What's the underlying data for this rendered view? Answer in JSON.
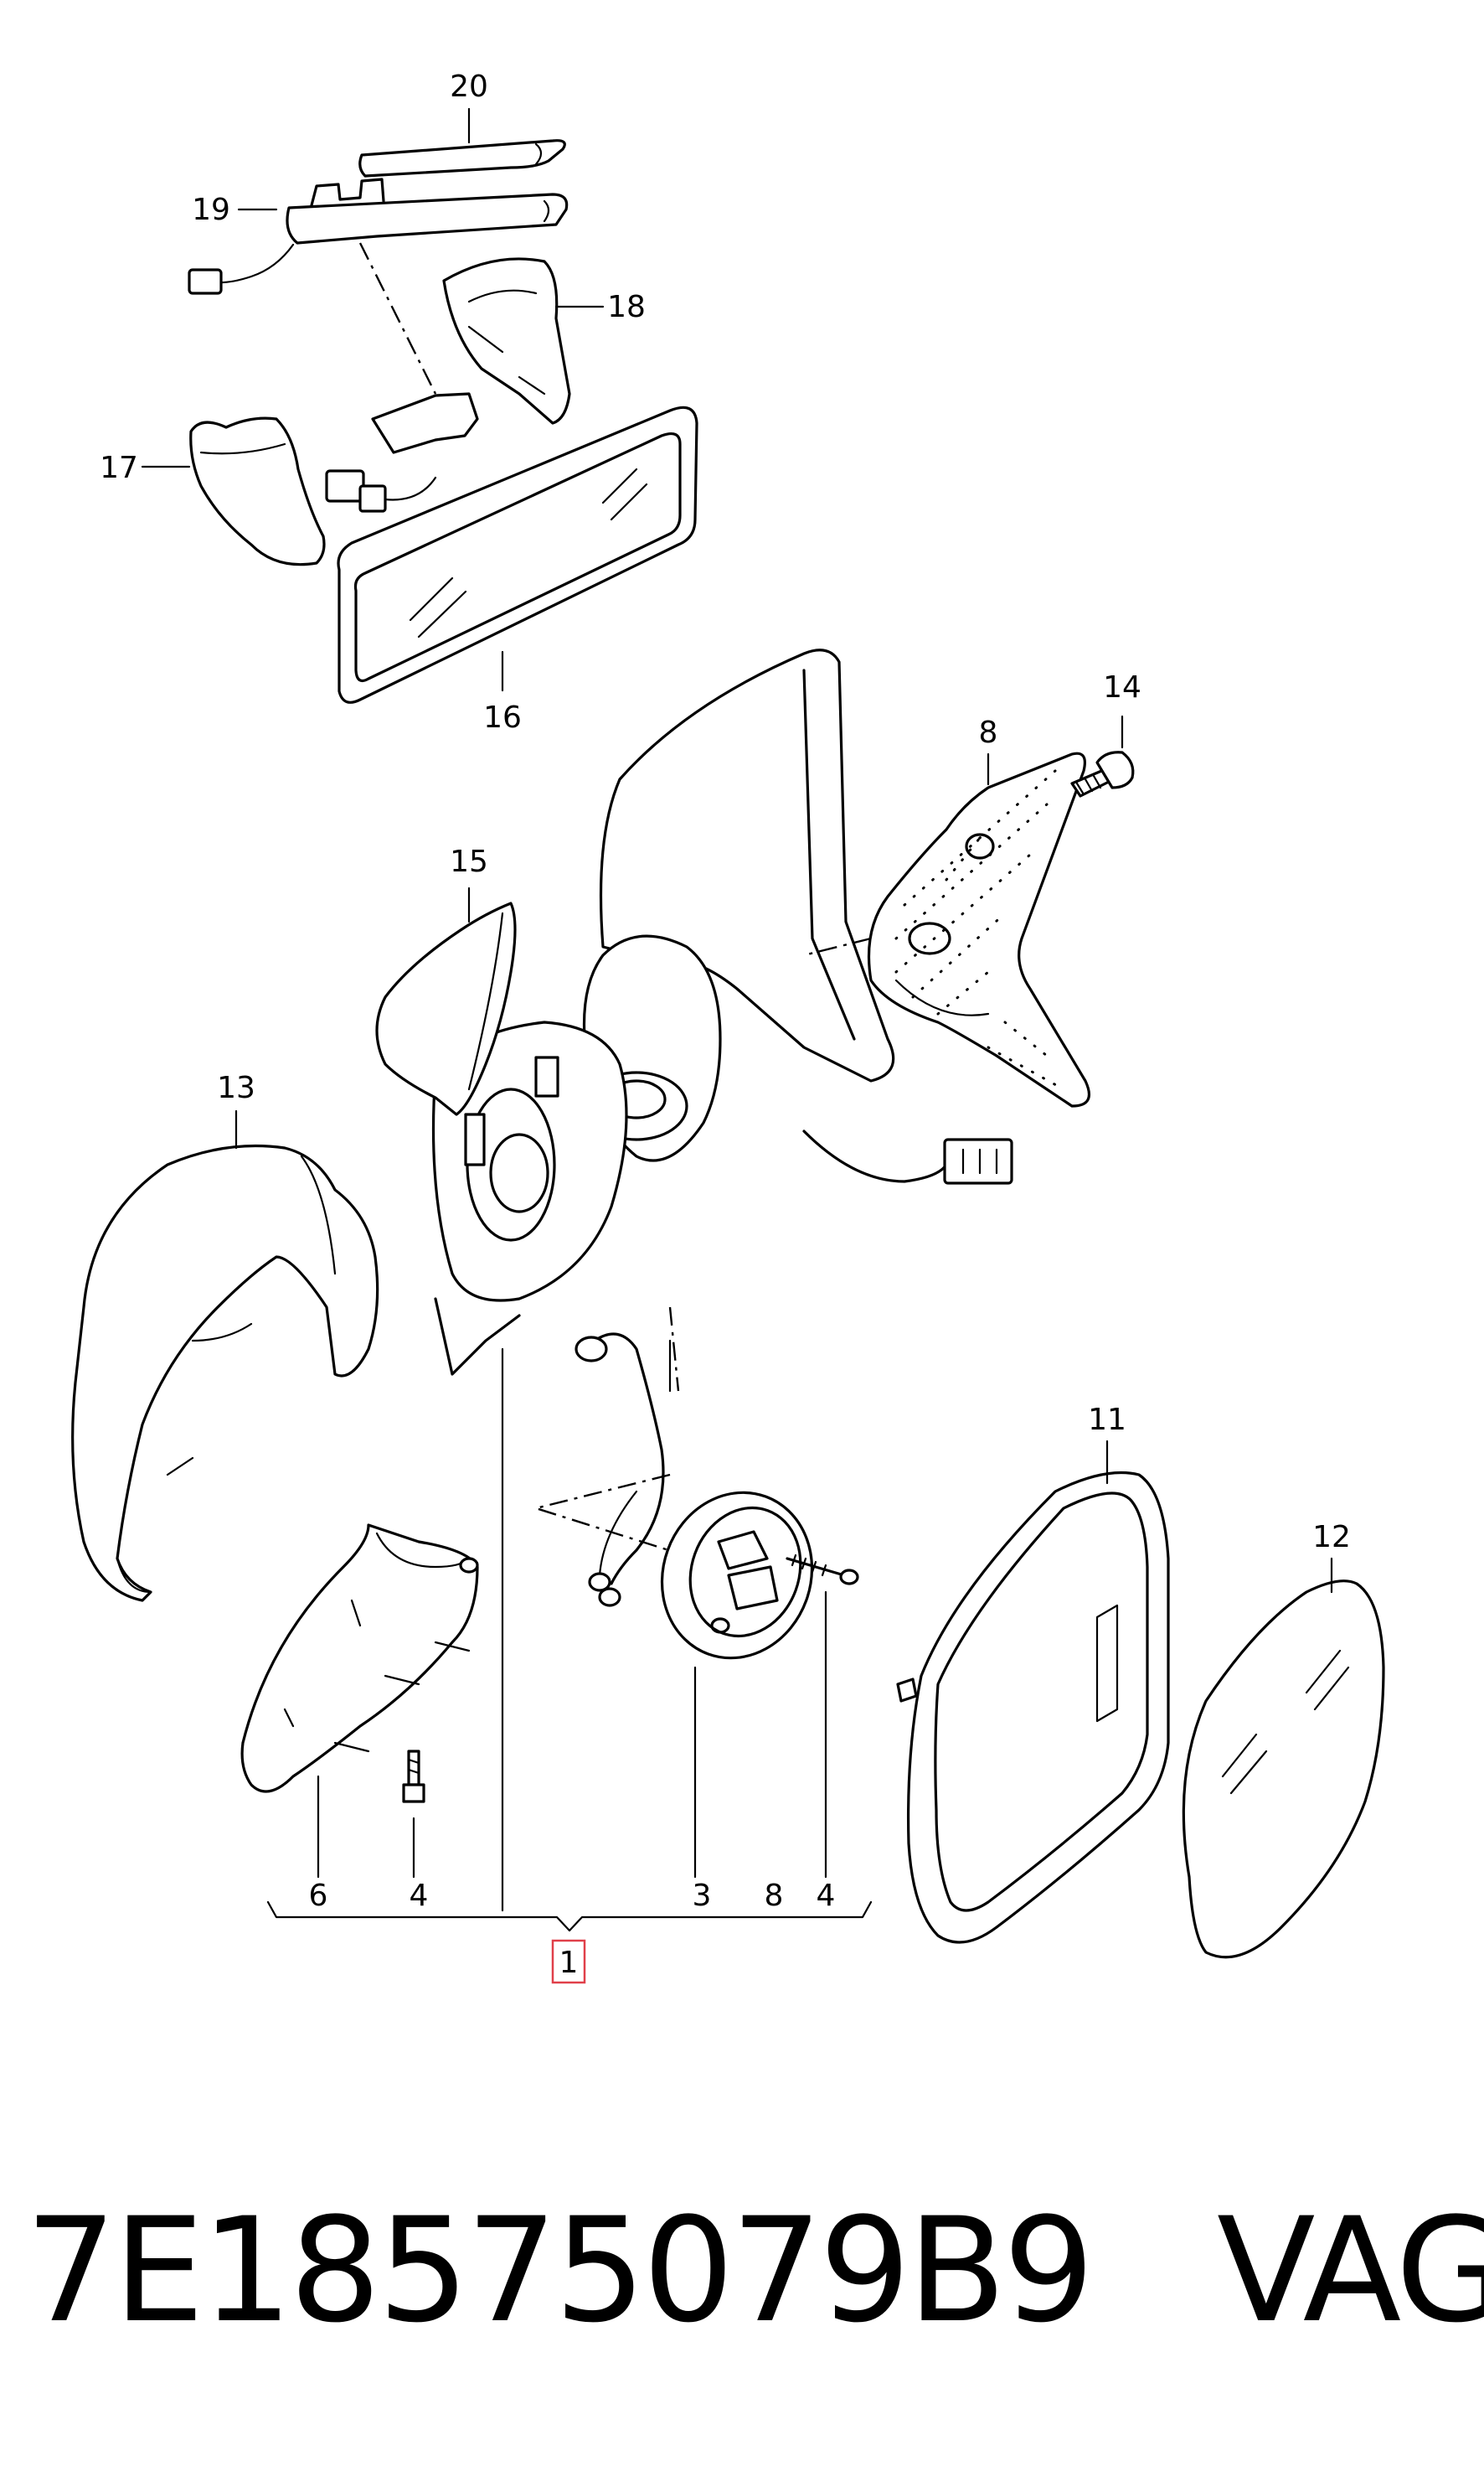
{
  "callouts": {
    "c1": "1",
    "c3": "3",
    "c4a": "4",
    "c4b": "4",
    "c6": "6",
    "c8a": "8",
    "c8b": "8",
    "c11": "11",
    "c12": "12",
    "c13": "13",
    "c14": "14",
    "c15": "15",
    "c16": "16",
    "c17": "17",
    "c18": "18",
    "c19": "19",
    "c20": "20"
  },
  "footer": {
    "part_number": "7E18575079B9",
    "brand": "VAG"
  },
  "colors": {
    "ink": "#000000",
    "highlight_box": "#e0404a"
  }
}
